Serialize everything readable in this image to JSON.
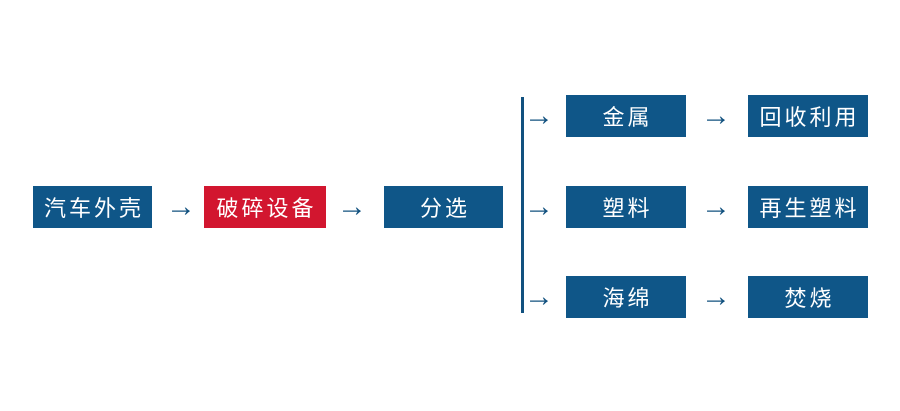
{
  "flow": {
    "main": [
      {
        "id": "car-shell",
        "label": "汽车外壳",
        "color": "blue"
      },
      {
        "id": "crusher",
        "label": "破碎设备",
        "color": "red"
      },
      {
        "id": "sorting",
        "label": "分选",
        "color": "blue"
      }
    ],
    "branches": [
      {
        "material": "金属",
        "result": "回收利用"
      },
      {
        "material": "塑料",
        "result": "再生塑料"
      },
      {
        "material": "海绵",
        "result": "焚烧"
      }
    ],
    "arrow_glyph": "→",
    "colors": {
      "node_blue": "#0F5688",
      "node_red": "#D2162F",
      "arrow_blue": "#11517F",
      "text_color": "#FFFFFF",
      "background": "#FFFFFF"
    }
  }
}
